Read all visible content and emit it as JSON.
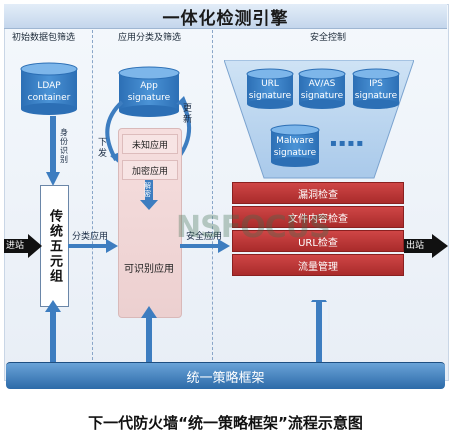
{
  "title": "一体化检测引擎",
  "sections": {
    "initial": "初始数据包筛选",
    "app_classify": "应用分类及筛选",
    "security": "安全控制"
  },
  "ldap": "LDAP container",
  "identity": "身份识别",
  "five_tuple": "传统五元组",
  "ingress": "进站",
  "egress": "出站",
  "classify_app": "分类应用",
  "app_signature": "App signature",
  "issue": "下发",
  "update": "更新",
  "app_column": {
    "unknown": "未知应用",
    "encrypted": "加密应用",
    "decrypt": "解密",
    "identified": "可识别应用"
  },
  "secure_app": "安全应用",
  "signatures": {
    "url": "URL signature",
    "av": "AV/AS signature",
    "ips": "IPS signature",
    "malware": "Malware signature",
    "more": "▪▪▪▪"
  },
  "checks": [
    "漏洞检查",
    "文件内容检查",
    "URL检查",
    "流量管理"
  ],
  "policy_bar": "统一策略框架",
  "watermark": "NSFOCUS",
  "caption": "下一代防火墙“统一策略框架”流程示意图"
}
